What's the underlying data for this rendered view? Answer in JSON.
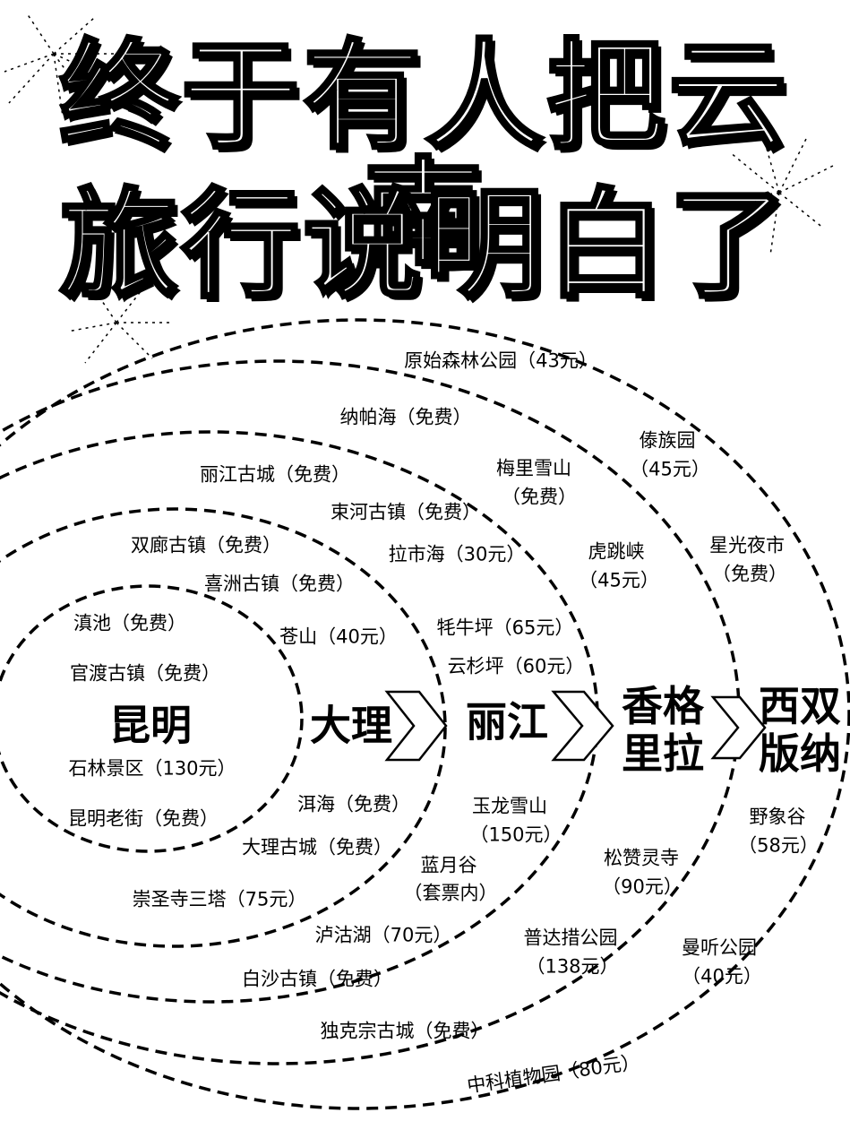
{
  "title": {
    "line1": "终于有人把云南",
    "line2": "旅行说明白了"
  },
  "cities": [
    {
      "id": "kunming",
      "lines": [
        "昆明"
      ]
    },
    {
      "id": "dali",
      "lines": [
        "大理"
      ]
    },
    {
      "id": "lijiang",
      "lines": [
        "丽江"
      ]
    },
    {
      "id": "shangri-la",
      "lines": [
        "香格",
        "里拉"
      ]
    },
    {
      "id": "xishuangbanna",
      "lines": [
        "西双",
        "版纳"
      ]
    }
  ],
  "attractions": {
    "kunming": [
      "滇池（免费）",
      "官渡古镇（免费）",
      "石林景区（130元）",
      "昆明老街（免费）"
    ],
    "dali": [
      "双廊古镇（免费）",
      "喜洲古镇（免费）",
      "苍山（40元）",
      "洱海（免费）",
      "大理古城（免费）",
      "崇圣寺三塔（75元）"
    ],
    "lijiang": [
      "丽江古城（免费）",
      "束河古镇（免费）",
      "拉市海（30元）",
      "牦牛坪（65元）",
      "云杉坪（60元）",
      "玉龙雪山",
      "（150元）",
      "蓝月谷",
      "（套票内）",
      "泸沽湖（70元）",
      "白沙古镇（免费）"
    ],
    "shangri-la": [
      "纳帕海（免费）",
      "梅里雪山",
      "（免费）",
      "虎跳峡",
      "（45元）",
      "松赞灵寺",
      "（90元）",
      "普达措公园",
      "（138元）",
      "独克宗古城（免费）"
    ],
    "xishuangbanna": [
      "原始森林公园（43元）",
      "傣族园",
      "（45元）",
      "星光夜市",
      "（免费）",
      "野象谷",
      "（58元）",
      "曼听公园",
      "（40元）",
      "中科植物园（80元）"
    ]
  }
}
